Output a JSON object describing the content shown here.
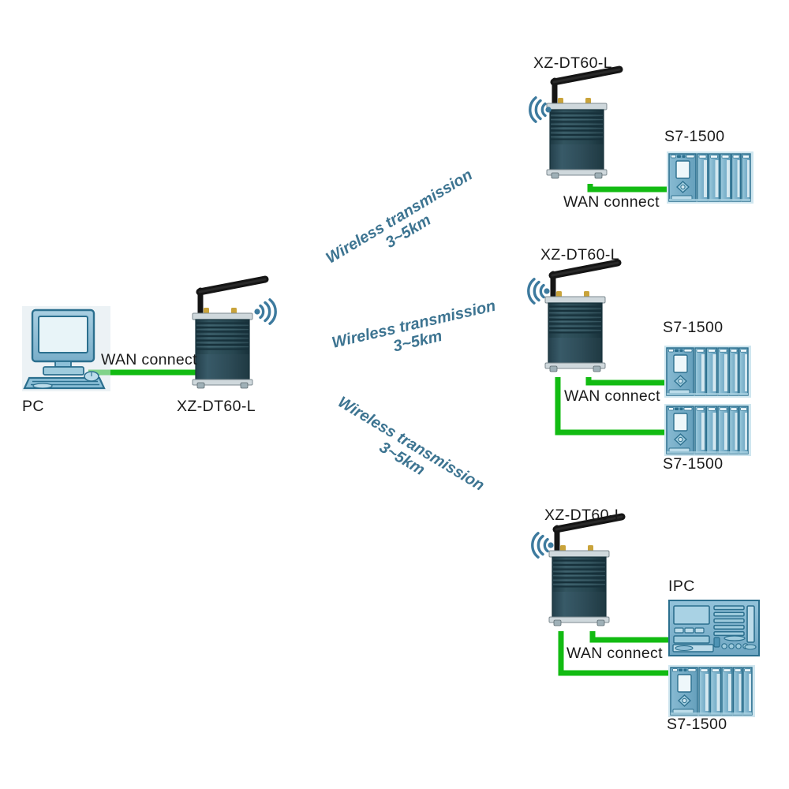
{
  "diagram": {
    "title": "XZ-DT60-L wireless point-to-multipoint topology",
    "background_color": "#ffffff",
    "colors": {
      "cable_green": "#12bb12",
      "wifi_blue": "#3d7a9e",
      "wireless_label_blue": "#3d7491",
      "radio_body": "#2f4a56",
      "radio_fins": "#20424f",
      "plc_blue": "#7fb4cd",
      "plc_outline": "#2b6f8e",
      "pc_blue": "#8dc0d8",
      "text_black": "#1a1a1a",
      "antenna_black": "#121212"
    }
  },
  "nodes": {
    "pc": {
      "label": "PC",
      "icon": "desktop-computer-icon"
    },
    "radio_local": {
      "label": "XZ-DT60-L",
      "icon": "wireless-radio-icon",
      "wifi_icon": "wifi-signal-icon"
    },
    "radio_top": {
      "label": "XZ-DT60-L",
      "icon": "wireless-radio-icon",
      "wifi_icon": "wifi-signal-icon"
    },
    "radio_middle": {
      "label": "XZ-DT60-L",
      "icon": "wireless-radio-icon",
      "wifi_icon": "wifi-signal-icon"
    },
    "radio_bottom": {
      "label": "XZ-DT60-L",
      "icon": "wireless-radio-icon",
      "wifi_icon": "wifi-signal-icon"
    },
    "plc_top": {
      "label": "S7-1500",
      "icon": "plc-rack-icon"
    },
    "plc_mid_upper": {
      "label": "S7-1500",
      "icon": "plc-rack-icon"
    },
    "plc_mid_lower": {
      "label": "S7-1500",
      "icon": "plc-rack-icon"
    },
    "ipc": {
      "label": "IPC",
      "icon": "industrial-pc-icon"
    },
    "plc_bottom": {
      "label": "S7-1500",
      "icon": "plc-rack-icon"
    }
  },
  "wan_labels": {
    "local": "WAN connect",
    "top": "WAN connect",
    "middle": "WAN connect",
    "bottom": "WAN connect"
  },
  "wireless_links": [
    {
      "id": "link-top",
      "line1": "Wireless transmission",
      "line2": "3~5km",
      "rotation_deg": -31
    },
    {
      "id": "link-middle",
      "line1": "Wireless transmission",
      "line2": "3~5km",
      "rotation_deg": -13
    },
    {
      "id": "link-bottom",
      "line1": "Wireless transmission",
      "line2": "3~5km",
      "rotation_deg": 31
    }
  ]
}
